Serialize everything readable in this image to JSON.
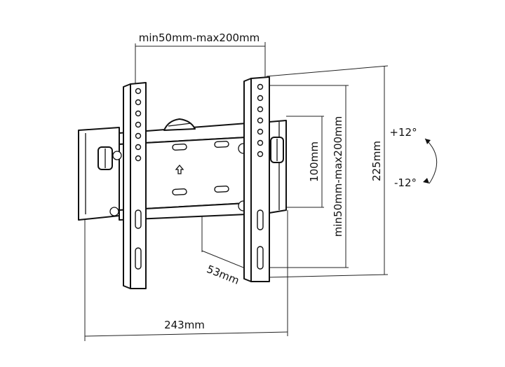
{
  "labels": {
    "top_width": "min50mm-max200mm",
    "right_inner_height": "100mm",
    "right_outer_height": "min50mm-max200mm",
    "overall_height": "225mm",
    "depth": "53mm",
    "overall_width": "243mm",
    "tilt_up": "+12°",
    "tilt_down": "-12°"
  },
  "colors": {
    "line": "#111111",
    "background": "#ffffff"
  }
}
